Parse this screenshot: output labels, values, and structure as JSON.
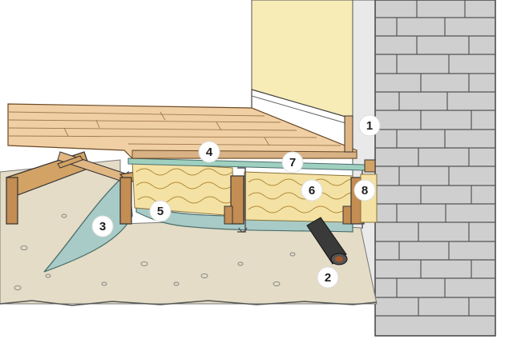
{
  "diagram": {
    "callouts": [
      {
        "id": "1",
        "label": "1"
      },
      {
        "id": "2",
        "label": "2"
      },
      {
        "id": "3",
        "label": "3"
      },
      {
        "id": "4",
        "label": "4"
      },
      {
        "id": "5",
        "label": "5"
      },
      {
        "id": "6",
        "label": "6"
      },
      {
        "id": "7",
        "label": "7"
      },
      {
        "id": "8",
        "label": "8"
      }
    ]
  },
  "colors": {
    "wall": "#f7ebb6",
    "brick": "#cfcfcf",
    "floorboard": "#f0cfa4",
    "joist": "#d3a265",
    "insulation": "#f4e2a4",
    "membrane": "#a8cbc7",
    "ground": "#e4dcc6",
    "pipe": "#3a3a3a",
    "outline": "#333333"
  }
}
